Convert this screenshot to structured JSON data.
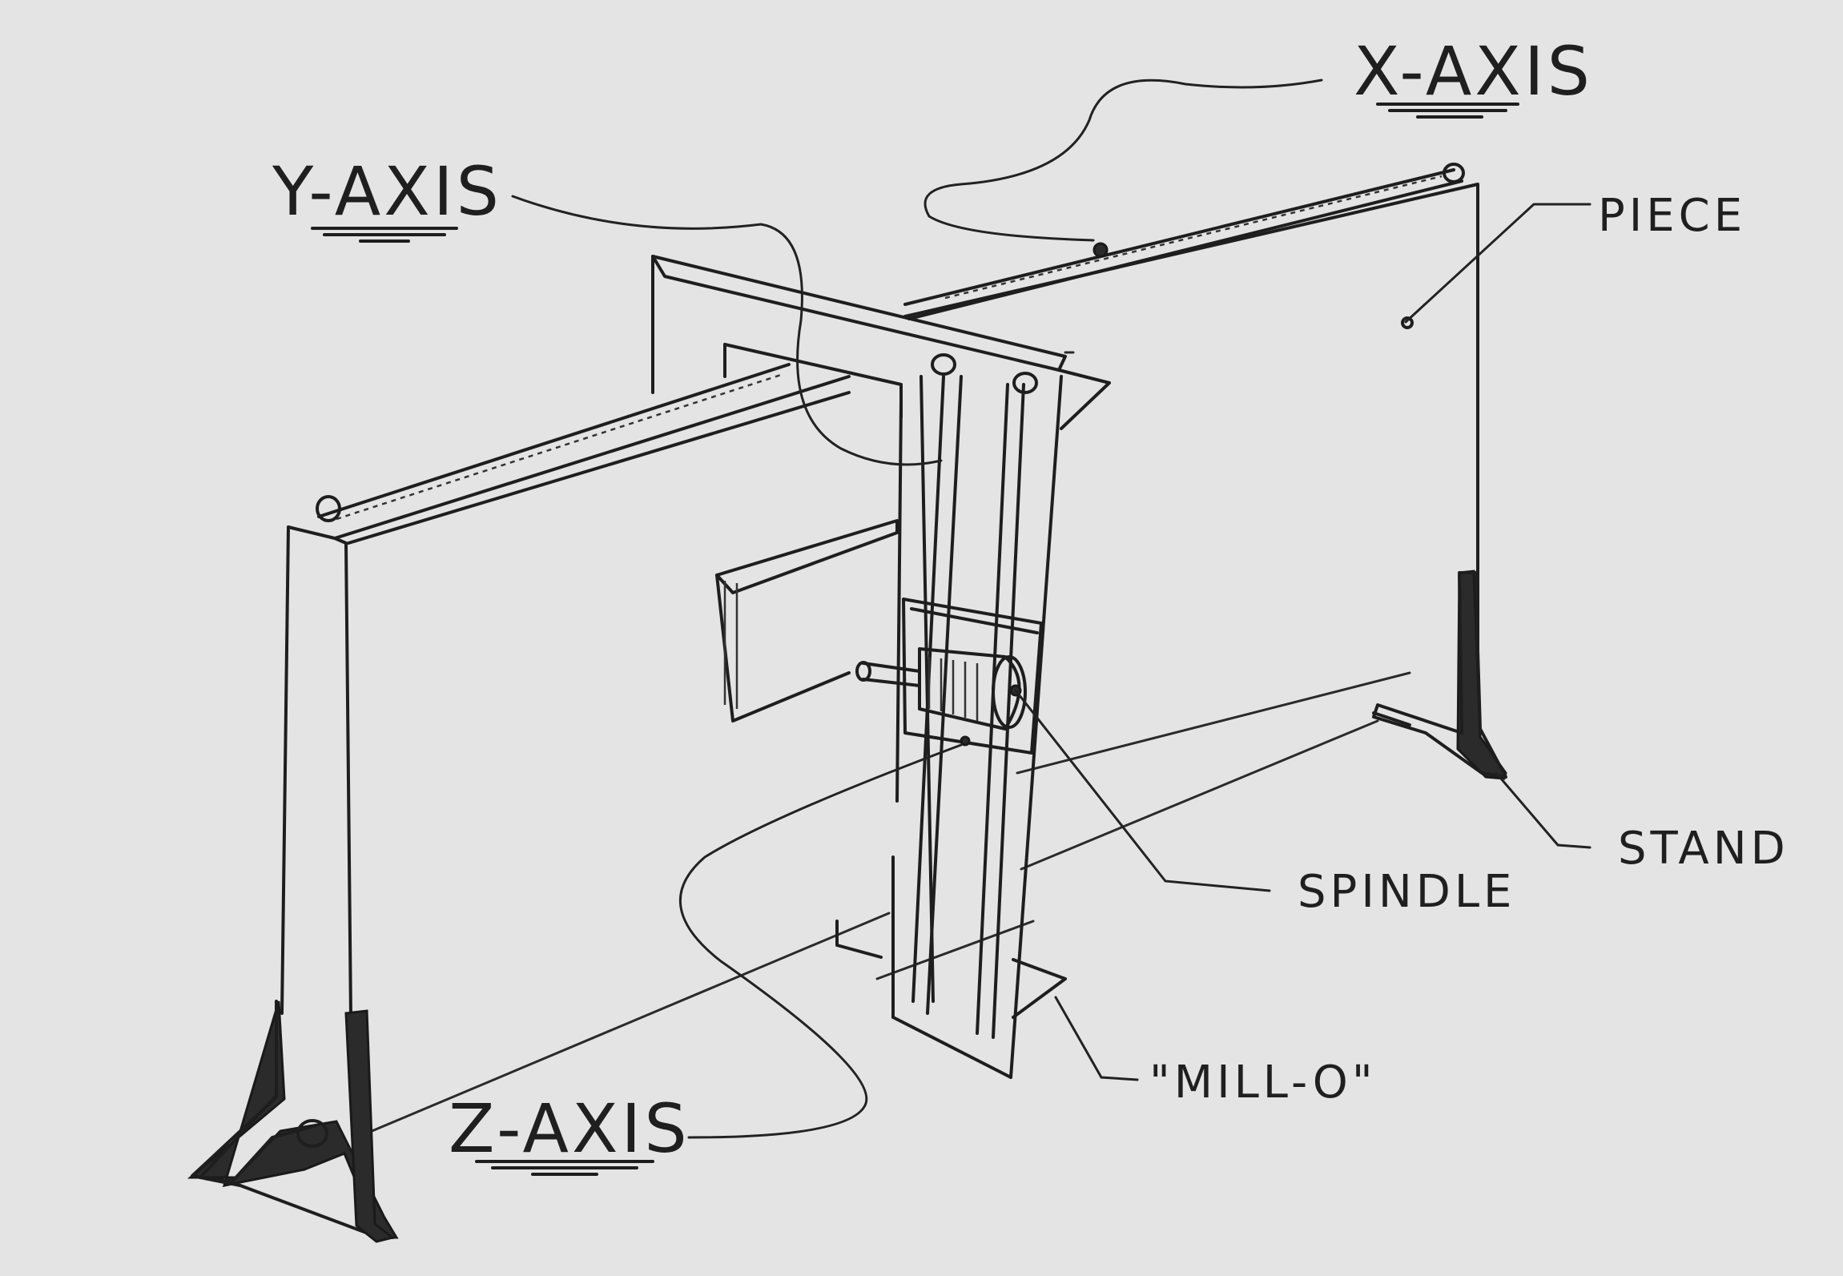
{
  "labels": {
    "x_axis": "X-AXIS",
    "y_axis": "Y-AXIS",
    "z_axis": "Z-AXIS",
    "piece": "PIECE",
    "stand": "STAND",
    "spindle": "SPINDLE",
    "mill_o": "\"MILL-O\""
  },
  "ink_color": "#1e1e1e",
  "paper_color": "#e4e4e4"
}
